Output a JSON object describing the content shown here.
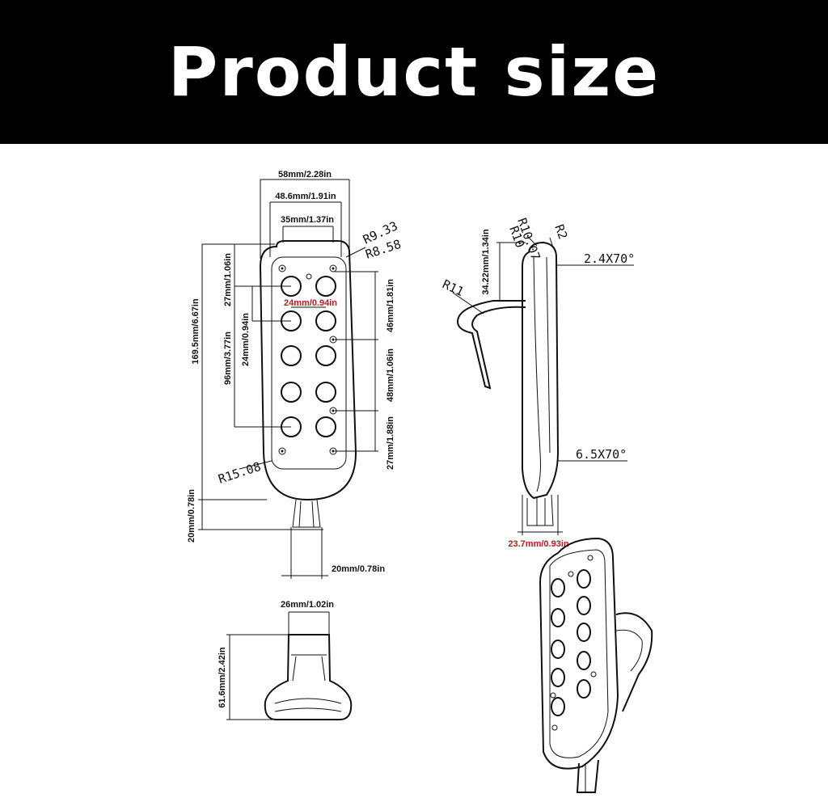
{
  "title": "Product size",
  "front_view": {
    "width_overall": "58mm/2.28in",
    "width_inner": "48.6mm/1.91in",
    "width_top": "35mm/1.37in",
    "radius_a": "R9.33",
    "radius_b": "R8.58",
    "top_offset": "27mm/1.06in",
    "button_pitch_h": "24mm/0.94in",
    "button_pitch_v": "24mm/0.94in",
    "button_span": "96mm/3.77in",
    "overall_length": "169.5mm/6.67in",
    "right_top": "46mm/1.81in",
    "right_mid": "48mm/1.06in",
    "right_bottom": "27mm/1.88in",
    "radius_bottom": "R15.08",
    "cable_length": "20mm/0.78in",
    "cable_width": "20mm/0.78in"
  },
  "side_view": {
    "radius_r10_07": "R10.07",
    "radius_r10": "R10",
    "radius_r2": "R2",
    "radius_clip": "R11",
    "clip_height": "34.22mm/1.34in",
    "top_chamfer": "2.4X70°",
    "bottom_chamfer": "6.5X70°",
    "depth": "23.7mm/0.93in"
  },
  "bottom_view": {
    "width": "26mm/1.02in",
    "height": "61.6mm/2.42in"
  },
  "colors": {
    "banner": "#000000",
    "accent": "#c8141e"
  }
}
